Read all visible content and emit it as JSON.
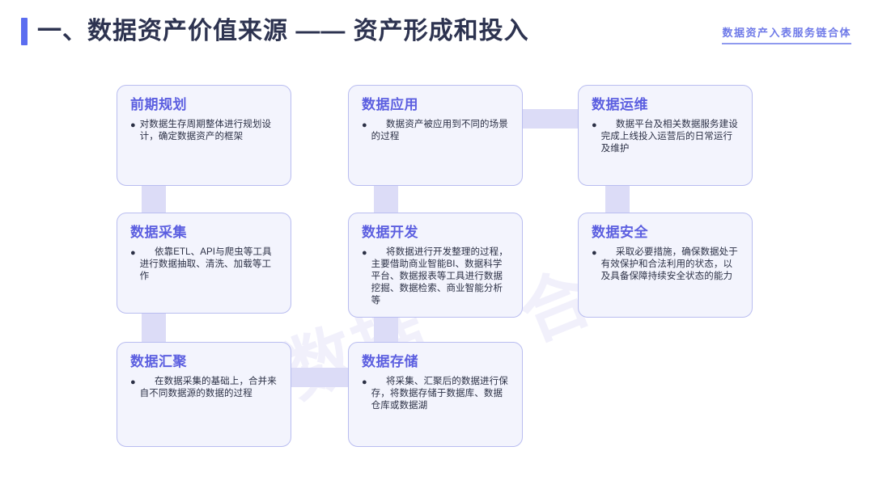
{
  "header": {
    "title": "一、数据资产价值来源 —— 资产形成和投入",
    "accent_color": "#5b6df0",
    "brand_label": "数据资产入表服务链合体",
    "brand_color": "#6f7ae8"
  },
  "watermark": {
    "line1": "数据",
    "line2": "合体"
  },
  "diagram": {
    "card_bg": "#f3f4fd",
    "card_border": "#b9bdf0",
    "card_title_color": "#5c5fe0",
    "connector_color": "#dcdcf7",
    "cards": [
      {
        "id": "pre-planning",
        "title": "前期规划",
        "desc": "对数据生存周期整体进行规划设计，确定数据资产的框架"
      },
      {
        "id": "data-application",
        "title": "数据应用",
        "desc": "数据资产被应用到不同的场景的过程"
      },
      {
        "id": "data-operation",
        "title": "数据运维",
        "desc": "数据平台及相关数据服务建设完成上线投入运营后的日常运行及维护"
      },
      {
        "id": "data-collection",
        "title": "数据采集",
        "desc": "依靠ETL、API与爬虫等工具进行数据抽取、清洗、加载等工作"
      },
      {
        "id": "data-development",
        "title": "数据开发",
        "desc": "将数据进行开发整理的过程，主要借助商业智能BI、数据科学平台、数据报表等工具进行数据挖掘、数据检索、商业智能分析等"
      },
      {
        "id": "data-security",
        "title": "数据安全",
        "desc": "采取必要措施，确保数据处于有效保护和合法利用的状态，以及具备保障持续安全状态的能力"
      },
      {
        "id": "data-aggregation",
        "title": "数据汇聚",
        "desc": "在数据采集的基础上，合并来自不同数据源的数据的过程"
      },
      {
        "id": "data-storage",
        "title": "数据存储",
        "desc": "将采集、汇聚后的数据进行保存，将数据存储于数据库、数据仓库或数据湖"
      }
    ]
  }
}
